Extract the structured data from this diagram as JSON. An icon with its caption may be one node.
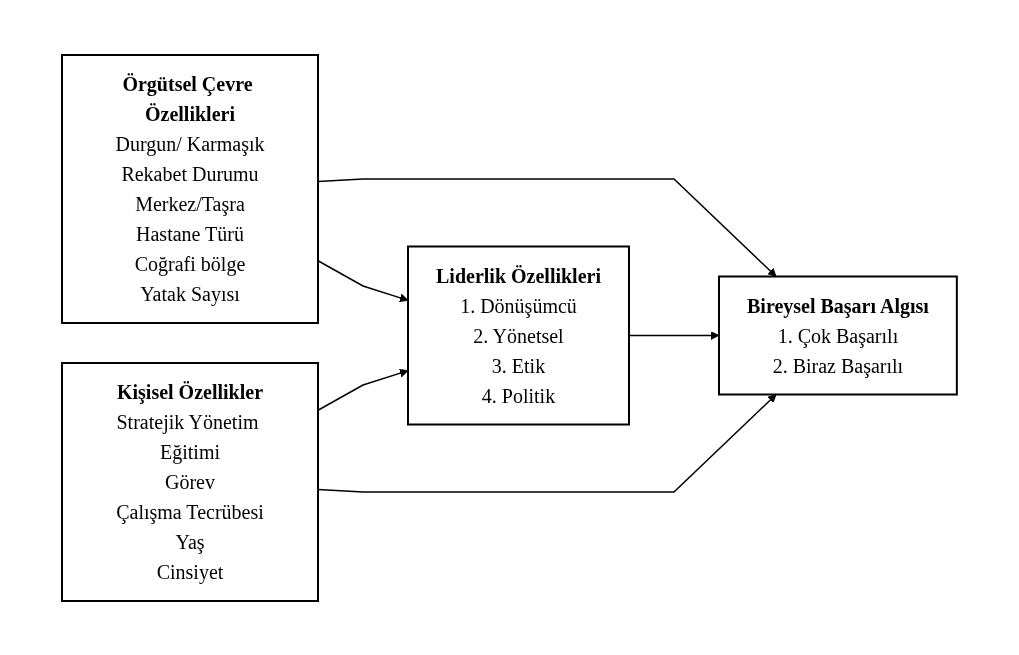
{
  "diagram": {
    "nodes": [
      {
        "text": [
          "Örgütsel Çevre Özellikleri",
          "Durgun/ Karmaşık",
          "Rekabet Durumu",
          "Merkez/Taşra",
          "Hastane Türü",
          "Coğrafi bölge",
          "Yatak Sayısı"
        ]
      },
      {
        "text": [
          "Kişisel Özellikler",
          "Stratejik Yönetim Eğitimi",
          "Görev",
          "Çalışma Tecrübesi",
          "Yaş",
          "Cinsiyet"
        ]
      },
      {
        "text": [
          "Liderlik Özellikleri",
          "1. Dönüşümcü",
          "2. Yönetsel",
          "3. Etik",
          "4. Politik"
        ]
      },
      {
        "text": [
          "Bireysel Başarı Algısı",
          "1. Çok Başarılı",
          "2. Biraz Başarılı"
        ]
      }
    ],
    "edges": [
      {
        "from": 0,
        "to": 3,
        "arrow": "to"
      },
      {
        "from": 0,
        "to": 2,
        "arrow": "to"
      },
      {
        "from": 2,
        "to": 3,
        "arrow": "to"
      },
      {
        "from": 1,
        "to": 2,
        "arrow": "to"
      },
      {
        "from": 1,
        "to": 3,
        "arrow": "to"
      }
    ]
  }
}
